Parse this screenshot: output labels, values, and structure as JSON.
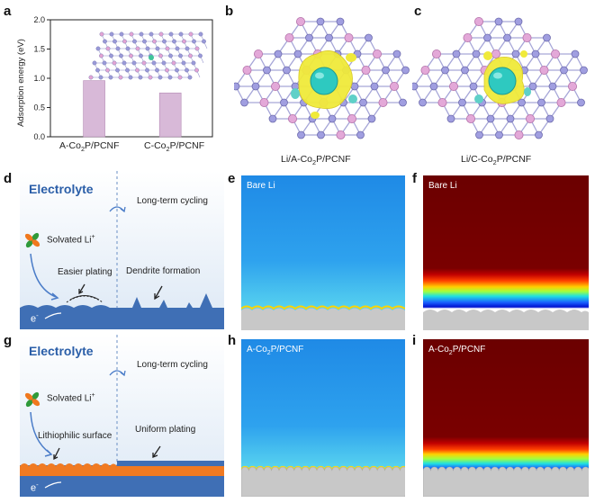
{
  "panel_letters": {
    "a": "a",
    "b": "b",
    "c": "c",
    "d": "d",
    "e": "e",
    "f": "f",
    "g": "g",
    "h": "h",
    "i": "i"
  },
  "chart_data": {
    "type": "bar",
    "categories": [
      "A-Co2P/PCNF",
      "C-Co2P/PCNF"
    ],
    "values": [
      0.96,
      0.75
    ],
    "ylabel": "Adsorption energy (eV)",
    "ylim": [
      0,
      2.0
    ],
    "yticks": [
      "0.0",
      "0.5",
      "1.0",
      "1.5",
      "2.0"
    ],
    "bar_color": "#d8b9d8"
  },
  "structure_captions": {
    "b": {
      "pre": "Li/A-Co",
      "sub": "2",
      "post": "P/PCNF"
    },
    "c": {
      "pre": "Li/C-Co",
      "sub": "2",
      "post": "P/PCNF"
    }
  },
  "schematic_d": {
    "title": "Electrolyte",
    "solvated": {
      "text": "Solvated Li",
      "sup": "+"
    },
    "easier": "Easier plating",
    "long_term": "Long-term cycling",
    "dendrite": "Dendrite formation",
    "electron": {
      "text": "e",
      "sup": "-"
    }
  },
  "schematic_g": {
    "title": "Electrolyte",
    "solvated": {
      "text": "Solvated Li",
      "sup": "+"
    },
    "lithiophilic": "Lithiophilic surface",
    "long_term": "Long-term cycling",
    "uniform": "Uniform plating",
    "electron": {
      "text": "e",
      "sup": "-"
    }
  },
  "sim_labels": {
    "e": "Bare Li",
    "f": "Bare Li",
    "h": {
      "pre": "A-Co",
      "sub": "2",
      "post": "P/PCNF"
    },
    "i": {
      "pre": "A-Co",
      "sub": "2",
      "post": "P/PCNF"
    }
  },
  "colors": {
    "blue_field": "#3aa0f0",
    "dark_red_field": "#7a0000",
    "electrolyte_title": "#2a5ea8",
    "electrode_blue": "#3f6fb5",
    "orange_layer": "#f07a22"
  }
}
